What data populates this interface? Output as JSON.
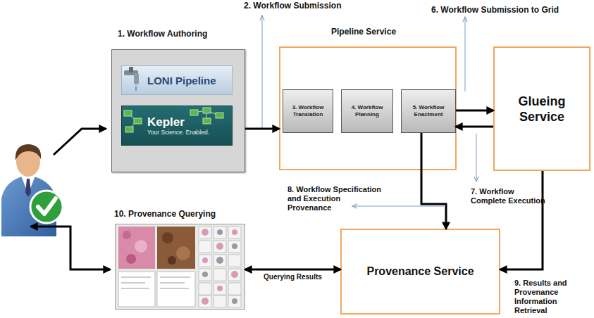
{
  "diagram": {
    "nodes": [
      {
        "text": [
          "1. Workflow Authoring"
        ]
      },
      {
        "text": [
          "LONI Pipeline"
        ],
        "in": 0
      },
      {
        "text": [
          "Kepler",
          "Your Science. Enabled."
        ],
        "in": 0
      },
      {
        "text": [
          "Pipeline Service"
        ]
      },
      {
        "text": [
          "3. Workflow Translation"
        ],
        "in": 3
      },
      {
        "text": [
          "4. Workflow Planning"
        ],
        "in": 3
      },
      {
        "text": [
          "5. Workflow Enactment"
        ],
        "in": 3
      },
      {
        "text": [
          "Glueing Service"
        ]
      },
      {
        "text": [
          "10. Provenance Querying"
        ]
      },
      {
        "text": [
          "Provenance Service"
        ]
      }
    ],
    "edges": [
      {
        "from": 0,
        "to": 3,
        "arrow": "to"
      },
      {
        "from": 6,
        "to": 7,
        "arrow": "to"
      },
      {
        "from": 7,
        "to": 6,
        "arrow": "to"
      },
      {
        "from": 6,
        "to": 9,
        "arrow": "to"
      },
      {
        "from": 7,
        "to": 9,
        "arrow": "to"
      },
      {
        "from": 8,
        "to": 9,
        "label": "Querying Results",
        "arrow": "both"
      }
    ],
    "labels": [
      "2. Workflow Submission",
      "6. Workflow Submission to Grid",
      "7. Workflow Complete Execution",
      "8. Workflow Specification and Execution Provenance",
      "9. Results and Provenance Information Retrieval"
    ]
  }
}
